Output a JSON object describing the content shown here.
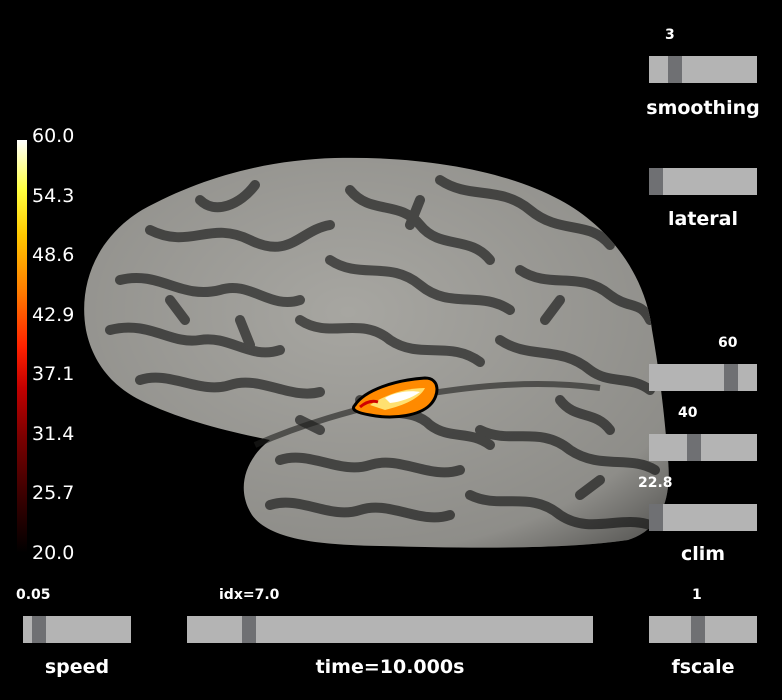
{
  "colorbar": {
    "ticks": [
      "60.0",
      "54.3",
      "48.6",
      "42.9",
      "37.1",
      "31.4",
      "25.7",
      "20.0"
    ]
  },
  "sliders": {
    "smoothing": {
      "label": "smoothing",
      "value": "3",
      "fraction": 0.2
    },
    "lateral": {
      "label": "lateral",
      "value": "",
      "fraction": 0.0
    },
    "clim_high": {
      "value": "60",
      "fraction": 0.8
    },
    "clim_mid": {
      "value": "40",
      "fraction": 0.4
    },
    "clim_low": {
      "value": "22.8",
      "fraction": 0.0
    },
    "clim": {
      "label": "clim"
    },
    "speed": {
      "label": "speed",
      "value": "0.05",
      "fraction": 0.1
    },
    "time": {
      "label": "time=10.000s",
      "value": "idx=7.0",
      "fraction": 0.14
    },
    "fscale": {
      "label": "fscale",
      "value": "1",
      "fraction": 0.45
    }
  },
  "colors": {
    "background": "#000000",
    "track": "#b4b4b4",
    "handle": "#6f7073",
    "cortex_light": "#a7a6a1",
    "cortex_dark": "#4b4b49"
  }
}
